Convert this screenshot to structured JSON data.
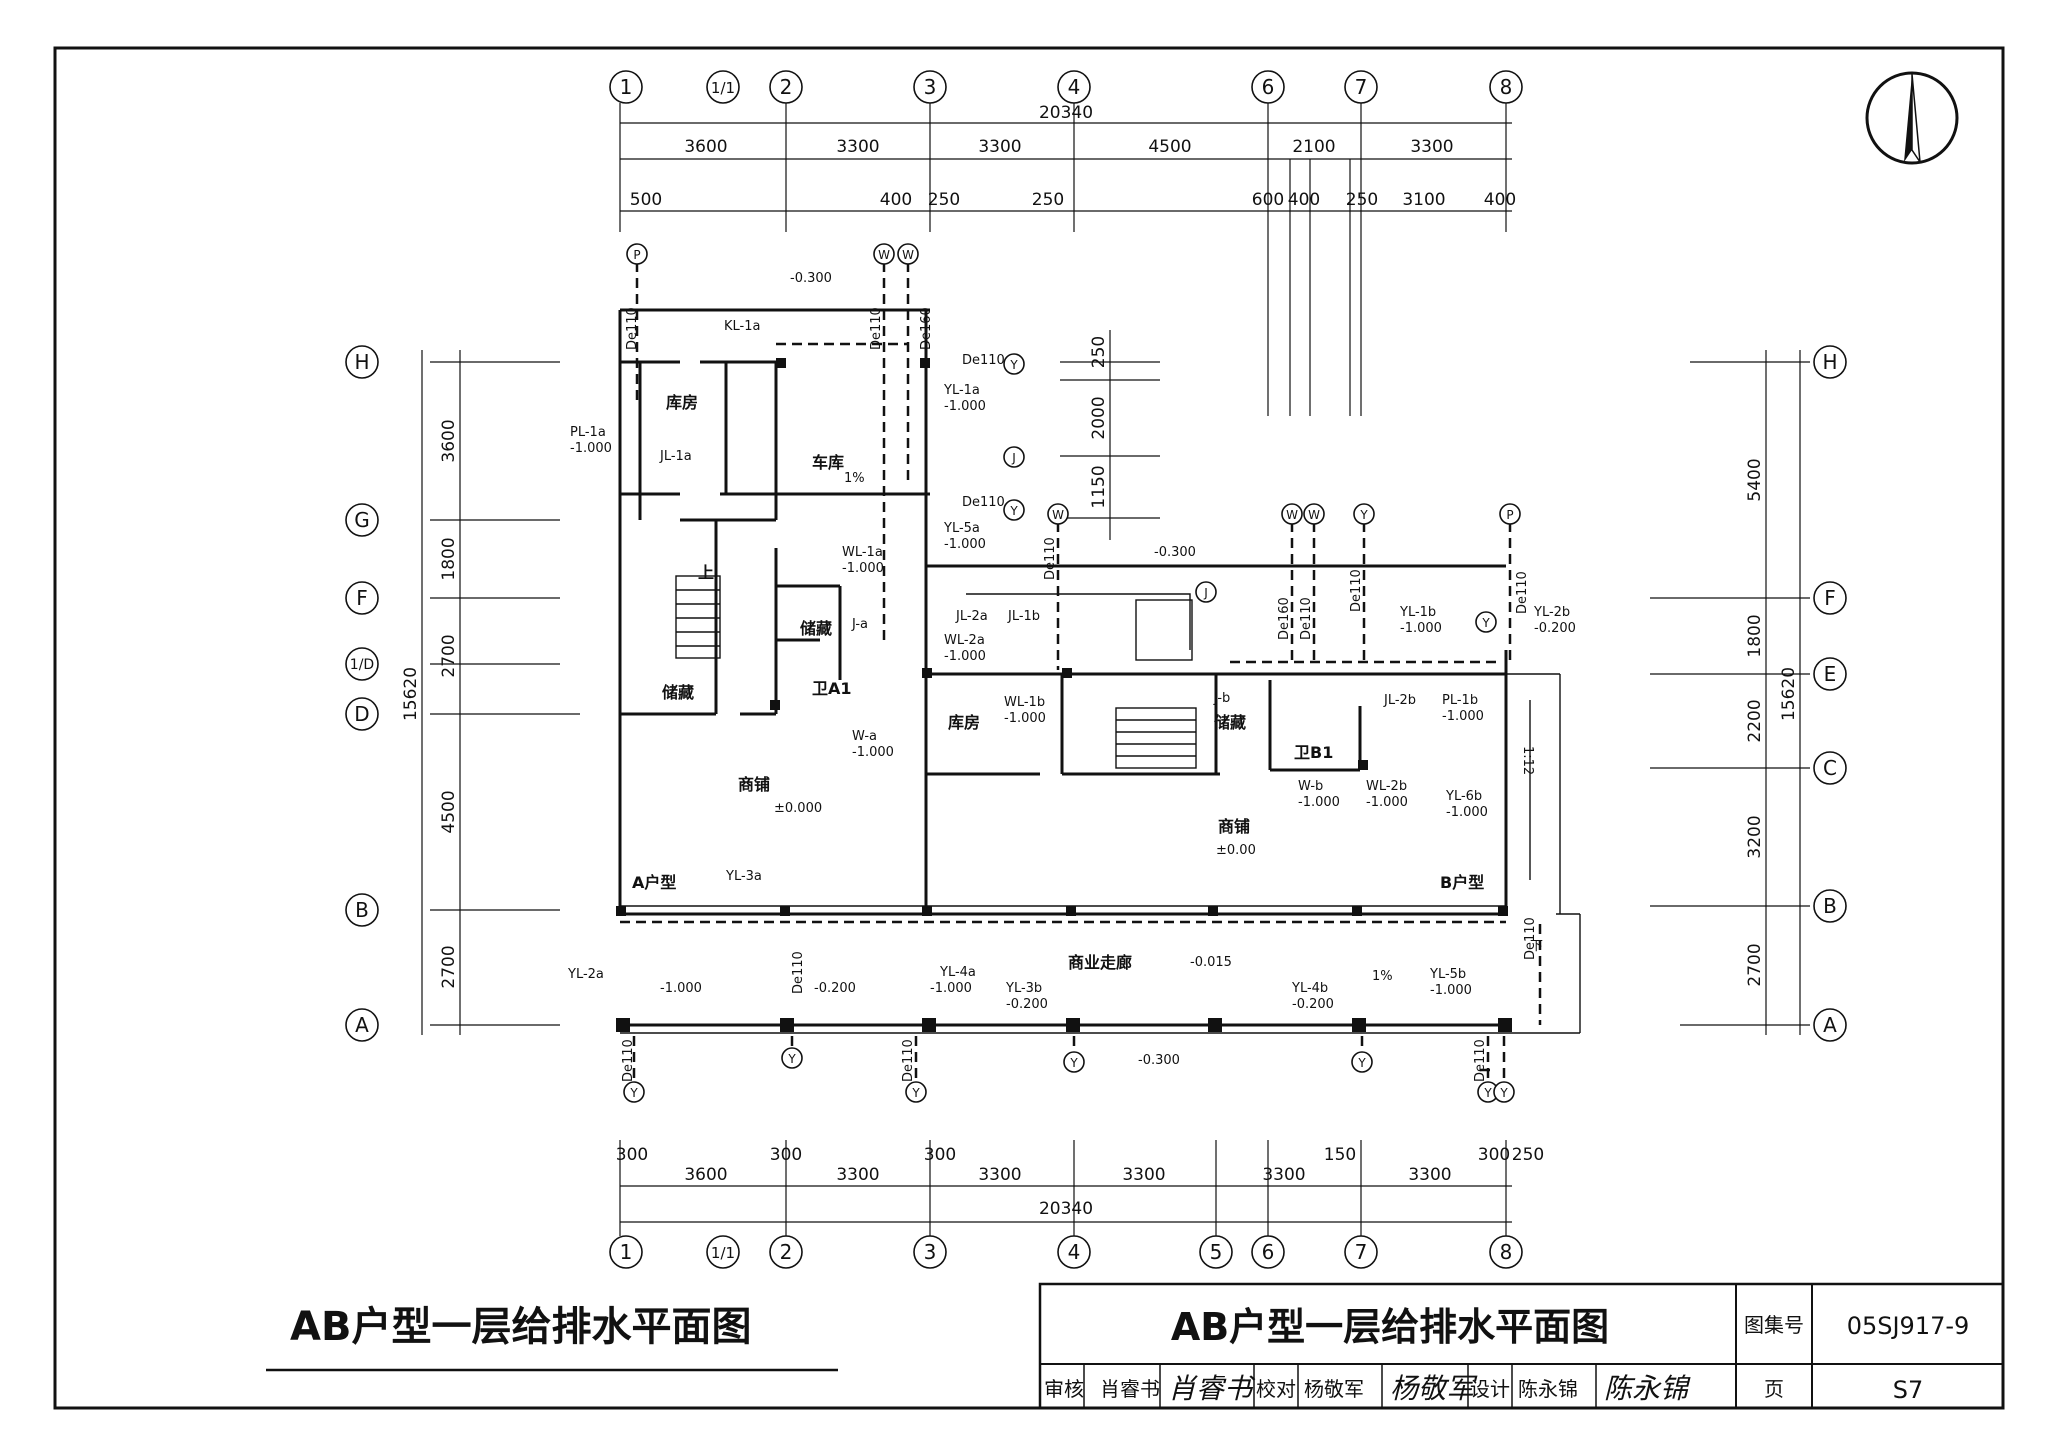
{
  "title_main": "AB户型一层给排水平面图",
  "title_block": {
    "title": "AB户型一层给排水平面图",
    "atlas_no_label": "图集号",
    "atlas_no": "05SJ917-9",
    "review_label": "审核",
    "reviewer": "肖睿书",
    "reviewer_sign": "肖睿书",
    "check_label": "校对",
    "checker": "杨敬军",
    "checker_sign": "杨敬军",
    "design_label": "设计",
    "designer": "陈永锦",
    "designer_sign": "陈永锦",
    "page_label": "页",
    "page": "S7"
  },
  "axes_top": [
    "1",
    "1/1",
    "2",
    "3",
    "4",
    "6",
    "7",
    "8"
  ],
  "axes_bottom": [
    "1",
    "1/1",
    "2",
    "3",
    "4",
    "5",
    "6",
    "7",
    "8"
  ],
  "axes_left": [
    "H",
    "G",
    "F",
    "1/D",
    "D",
    "B",
    "A"
  ],
  "axes_right": [
    "H",
    "F",
    "E",
    "C",
    "B",
    "A"
  ],
  "dims_top_total": "20340",
  "dims_top_row1": [
    "3600",
    "3300",
    "3300",
    "4500",
    "2100",
    "3300"
  ],
  "dims_top_row2": [
    "500",
    "400",
    "250",
    "250",
    "600",
    "400",
    "250",
    "3100",
    "400"
  ],
  "dims_bottom_total": "20340",
  "dims_bottom_row1": [
    "3600",
    "3300",
    "3300",
    "3300",
    "3300",
    "3300"
  ],
  "dims_bottom_row2": [
    "300",
    "300",
    "300",
    "150",
    "300",
    "250"
  ],
  "dims_left": [
    "3600",
    "1800",
    "2700",
    "4500",
    "2700"
  ],
  "dims_left_total": "15620",
  "dims_right": [
    "5400",
    "1800",
    "2200",
    "3200",
    "2700"
  ],
  "dims_right_total": "15620",
  "dims_mid": [
    "250",
    "2000",
    "1150"
  ],
  "rooms": {
    "kufang_a": "库房",
    "cheku": "车库",
    "chucang_a1": "储藏",
    "chucang_a2": "储藏",
    "shangpu_a": "商铺",
    "shangpu_a_level": "±0.000",
    "kufang_b": "库房",
    "chucang_b": "储藏",
    "shangpu_b": "商铺",
    "shangpu_b_level": "±0.00",
    "corridor": "商业走廊",
    "corridor_level": "-0.015",
    "unit_a": "A户型",
    "unit_b": "B户型",
    "wc_a": "卫A1",
    "wc_b": "卫B1",
    "stair_up": "上"
  },
  "levels": {
    "top": "-0.300",
    "mid": "-0.300",
    "bottom": "-0.300",
    "slope_1": "1%",
    "slope_2": "1%",
    "ramp": "1:12",
    "down": "下"
  },
  "pipe_labels": {
    "kl1a": "KL-1a",
    "de110_1": "De110",
    "de110_2": "De110",
    "de160": "De160",
    "pl1a": "PL-1a",
    "pl1a_lv": "-1.000",
    "jl1a": "JL-1a",
    "yl1a": "YL-1a",
    "yl1a_lv": "-1.000",
    "de110_yl1a": "De110",
    "de110_yl5a": "De110",
    "yl5a": "YL-5a",
    "yl5a_lv": "-1.000",
    "wl1a": "WL-1a",
    "wl1a_lv": "-1.000",
    "ja": "J-a",
    "jl2a": "JL-2a",
    "wl2a": "WL-2a",
    "wl2a_lv": "-1.000",
    "wa": "W-a",
    "wa_lv": "-1.000",
    "jl1b": "JL-1b",
    "wl1b": "WL-1b",
    "wl1b_lv": "-1.000",
    "jb": "J-b",
    "de110_b1": "De110",
    "de160_b": "De160",
    "de110_b2": "De110",
    "de110_b3": "De110",
    "de110_b4": "De110",
    "yl1b": "YL-1b",
    "yl1b_lv": "-1.000",
    "yl2b": "YL-2b",
    "yl2b_lv": "-0.200",
    "jl2b": "JL-2b",
    "pl1b": "PL-1b",
    "pl1b_lv": "-1.000",
    "wb": "W-b",
    "wb_lv": "-1.000",
    "wl2b": "WL-2b",
    "wl2b_lv": "-1.000",
    "yl6b": "YL-6b",
    "yl6b_lv": "-1.000",
    "yl3a": "YL-3a",
    "yl2a": "YL-2a",
    "yl2a_lv": "-1.000",
    "yl4a": "YL-4a",
    "yl4a_lv": "-1.000",
    "yl3a_lv": "-0.200",
    "yl3b": "YL-3b",
    "yl3b_lv": "-0.200",
    "yl4b": "YL-4b",
    "yl4b_lv": "-0.200",
    "yl5b": "YL-5b",
    "yl5b_lv": "-1.000",
    "de110_s1": "De110",
    "de110_s2": "De110",
    "de110_s3": "De110",
    "de110_s4": "De110",
    "de110_e": "De110"
  },
  "bubble_letters": {
    "p": "P",
    "w": "W",
    "y": "Y",
    "j": "J"
  }
}
